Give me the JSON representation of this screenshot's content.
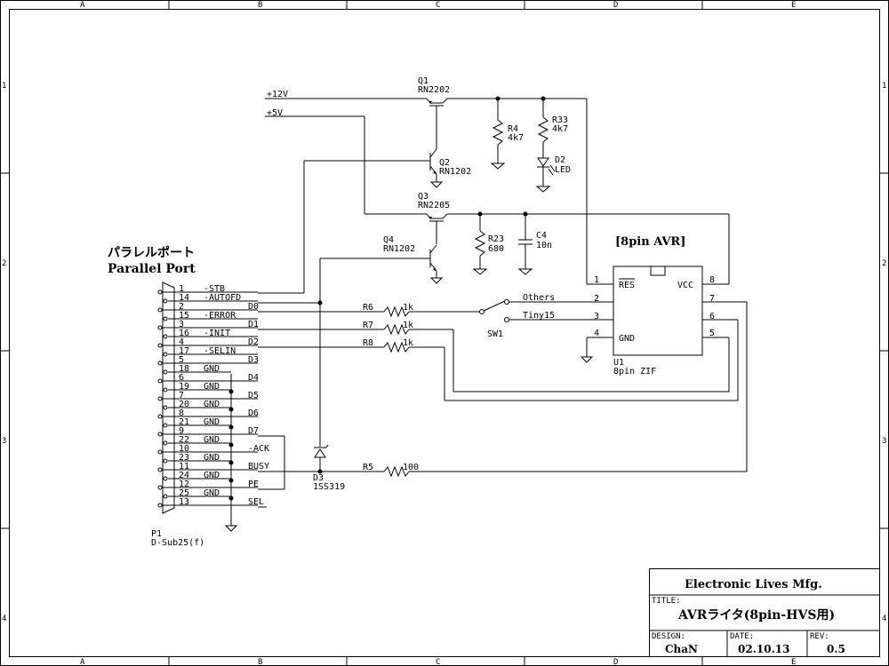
{
  "ruler": {
    "cols": [
      "A",
      "B",
      "C",
      "D",
      "E"
    ],
    "rows": [
      "1",
      "2",
      "3",
      "4"
    ]
  },
  "title_block": {
    "company": "Electronic Lives Mfg.",
    "title_label": "TITLE:",
    "title": "AVRライタ(8pin-HVS用)",
    "design_label": "DESIGN:",
    "design": "ChaN",
    "date_label": "DATE:",
    "date": "02.10.13",
    "rev_label": "REV:",
    "rev": "0.5"
  },
  "port": {
    "title_jp": "パラレルポート",
    "title_en": "Parallel Port",
    "ref": "P1",
    "part": "D-Sub25(f)",
    "pins": [
      {
        "num": "1",
        "name": "-STB"
      },
      {
        "num": "14",
        "name": "-AUTOFD"
      },
      {
        "num": "2",
        "name": "D0"
      },
      {
        "num": "15",
        "name": "-ERROR"
      },
      {
        "num": "3",
        "name": "D1"
      },
      {
        "num": "16",
        "name": "-INIT"
      },
      {
        "num": "4",
        "name": "D2"
      },
      {
        "num": "17",
        "name": "-SELIN"
      },
      {
        "num": "5",
        "name": "D3"
      },
      {
        "num": "18",
        "name": "GND"
      },
      {
        "num": "6",
        "name": "D4"
      },
      {
        "num": "19",
        "name": "GND"
      },
      {
        "num": "7",
        "name": "D5"
      },
      {
        "num": "20",
        "name": "GND"
      },
      {
        "num": "8",
        "name": "D6"
      },
      {
        "num": "21",
        "name": "GND"
      },
      {
        "num": "9",
        "name": "D7"
      },
      {
        "num": "22",
        "name": "GND"
      },
      {
        "num": "10",
        "name": "-ACK"
      },
      {
        "num": "23",
        "name": "GND"
      },
      {
        "num": "11",
        "name": "BUSY"
      },
      {
        "num": "24",
        "name": "GND"
      },
      {
        "num": "12",
        "name": "PE"
      },
      {
        "num": "25",
        "name": "GND"
      },
      {
        "num": "13",
        "name": "SEL"
      }
    ]
  },
  "rails": {
    "v12": "+12V",
    "v5": "+5V"
  },
  "transistors": {
    "q1": {
      "ref": "Q1",
      "part": "RN2202"
    },
    "q2": {
      "ref": "Q2",
      "part": "RN1202"
    },
    "q3": {
      "ref": "Q3",
      "part": "RN2205"
    },
    "q4": {
      "ref": "Q4",
      "part": "RN1202"
    }
  },
  "passives": {
    "r4": {
      "ref": "R4",
      "value": "4k7"
    },
    "r33": {
      "ref": "R33",
      "value": "4k7"
    },
    "d2": {
      "ref": "D2",
      "value": "LED"
    },
    "r23": {
      "ref": "R23",
      "value": "680"
    },
    "c4": {
      "ref": "C4",
      "value": "10n"
    },
    "r6": {
      "ref": "R6",
      "value": "1k"
    },
    "r7": {
      "ref": "R7",
      "value": "1k"
    },
    "r8": {
      "ref": "R8",
      "value": "1k"
    },
    "r5": {
      "ref": "R5",
      "value": "100"
    },
    "d3": {
      "ref": "D3",
      "value": "1SS319"
    }
  },
  "switch": {
    "ref": "SW1",
    "opt1": "Others",
    "opt2": "Tiny15"
  },
  "ic": {
    "header": "[8pin AVR]",
    "ref": "U1",
    "part": "8pin ZIF",
    "pins": [
      {
        "num": "1",
        "name": "RES"
      },
      {
        "num": "2",
        "name": ""
      },
      {
        "num": "3",
        "name": ""
      },
      {
        "num": "4",
        "name": "GND"
      },
      {
        "num": "8",
        "name": "VCC"
      },
      {
        "num": "7",
        "name": ""
      },
      {
        "num": "6",
        "name": ""
      },
      {
        "num": "5",
        "name": ""
      }
    ]
  }
}
